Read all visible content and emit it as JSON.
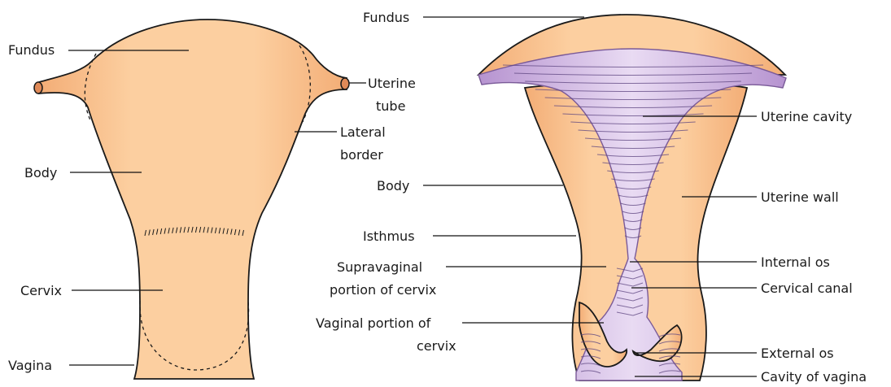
{
  "left_view": {
    "labels": {
      "fundus": "Fundus",
      "body": "Body",
      "cervix": "Cervix",
      "vagina": "Vagina",
      "uterine_tube_1": "Uterine",
      "uterine_tube_2": "tube",
      "lateral_border_1": "Lateral",
      "lateral_border_2": "border"
    }
  },
  "right_view": {
    "labels": {
      "fundus": "Fundus",
      "body": "Body",
      "isthmus": "Isthmus",
      "supravaginal_1": "Supravaginal",
      "supravaginal_2": "portion of cervix",
      "vaginal_portion_1": "Vaginal portion of",
      "vaginal_portion_2": "cervix",
      "uterine_cavity": "Uterine cavity",
      "uterine_wall": "Uterine wall",
      "internal_os": "Internal os",
      "cervical_canal": "Cervical canal",
      "external_os": "External os",
      "cavity_of_vagina": "Cavity of vagina"
    }
  },
  "colors": {
    "tissue_light": "#fcd3a6",
    "tissue_dark": "#f4b27c",
    "cavity_light": "#e6d6f0",
    "cavity_dark": "#b08fcc",
    "outline": "#1a1a1a"
  }
}
